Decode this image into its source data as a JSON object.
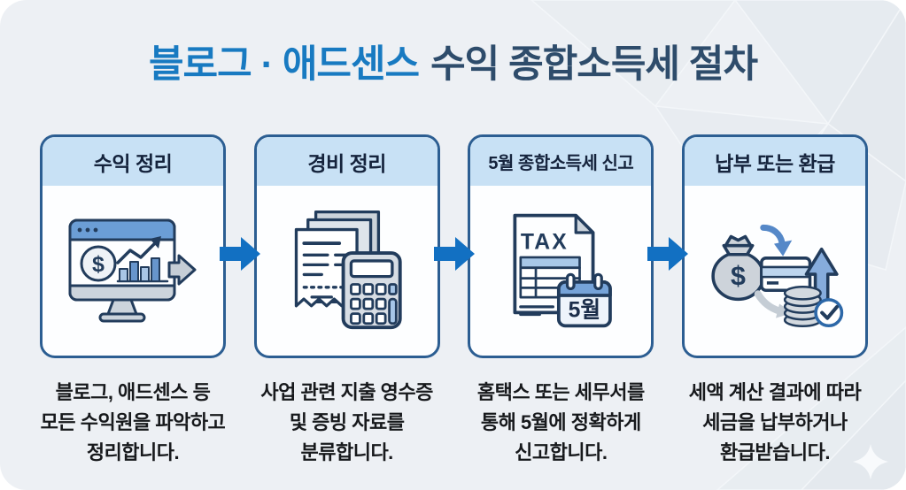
{
  "title": {
    "highlight": "블로그 · 애드센스",
    "rest": "수익 종합소득세 절차"
  },
  "steps": [
    {
      "header": "수익 정리",
      "icon": "revenue-monitor-chart-icon",
      "lines": [
        "블로그, 애드센스 등",
        "모든 수익원을 파악하고",
        "정리합니다."
      ]
    },
    {
      "header": "경비 정리",
      "icon": "receipt-calculator-icon",
      "lines": [
        "사업 관련 지출 영수증",
        "및 증빙 자료를",
        "분류합니다."
      ]
    },
    {
      "header": "5월 종합소득세 신고",
      "icon": "tax-document-calendar-icon",
      "lines": [
        "홈택스 또는 세무서를",
        "통해 5월에 정확하게",
        "신고합니다."
      ]
    },
    {
      "header": "납부 또는 환급",
      "icon": "payment-refund-icon",
      "lines": [
        "세액 계산 결과에 따라",
        "세금을 납부하거나",
        "환급받습니다."
      ]
    }
  ],
  "icon_text": {
    "dollar": "$",
    "tax": "TAX",
    "may": "5월"
  },
  "icons": {
    "flow_arrow": "right-arrow-icon",
    "sparkle": "sparkle-icon"
  },
  "colors": {
    "background": "#edf0f4",
    "title_highlight": "#187ac1",
    "title_main": "#2e4c6b",
    "card_border": "#2c5e92",
    "card_header_bg": "#c8e1f5",
    "card_header_text": "#15233c",
    "flow_arrow_blue": "#1270c2",
    "description_text": "#17191c"
  }
}
